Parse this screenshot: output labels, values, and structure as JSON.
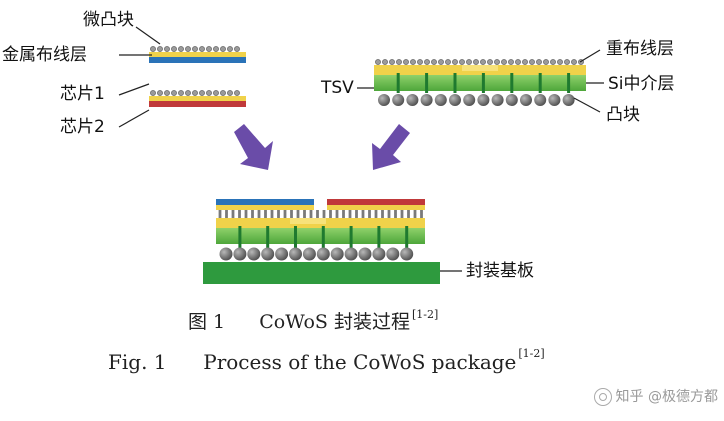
{
  "labels": {
    "micro_bump": "微凸块",
    "metal_layer": "金属布线层",
    "chip1": "芯片1",
    "chip2": "芯片2",
    "rdl": "重布线层",
    "tsv": "TSV",
    "interposer": "Si中介层",
    "bump": "凸块",
    "substrate": "封装基板"
  },
  "caption": {
    "cn_prefix": "图 1",
    "cn_title": "CoWoS 封装过程",
    "en_prefix": "Fig. 1",
    "en_title": "Process of the CoWoS package",
    "ref": "[1-2]"
  },
  "watermark": "知乎 @极德方都",
  "colors": {
    "blue": "#2a73b8",
    "yellow": "#f0d24a",
    "red": "#c0393a",
    "green": "#6abf4b",
    "dark_green": "#2e9a3e",
    "ball": "#6f6f6f",
    "arrow": "#6a4ca8"
  }
}
